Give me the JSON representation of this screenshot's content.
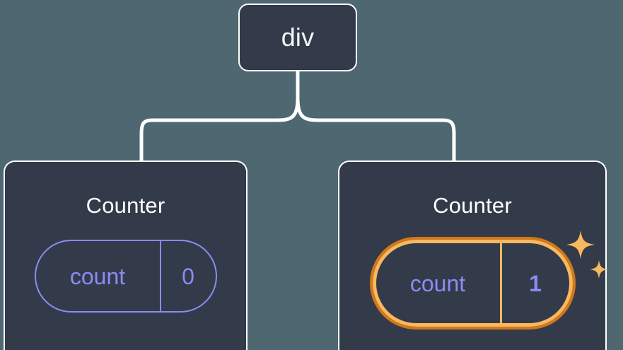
{
  "theme": {
    "background": "#4e6771",
    "node_fill": "#333b4a",
    "node_border": "#ffffff",
    "connector": "#ffffff",
    "state_accent": "#8b8bf5",
    "highlight_inner": "#f8b85f",
    "highlight_outer": "#d2781b",
    "sparkle": "#f8b85f",
    "title_text": "#ffffff"
  },
  "tree": {
    "root": {
      "label": "div"
    },
    "children": [
      {
        "title": "Counter",
        "state": {
          "key": "count",
          "value": "0",
          "highlighted": false
        }
      },
      {
        "title": "Counter",
        "state": {
          "key": "count",
          "value": "1",
          "highlighted": true
        },
        "sparkles": {
          "large": "sparkle-icon-large",
          "small": "sparkle-icon-small"
        }
      }
    ]
  }
}
